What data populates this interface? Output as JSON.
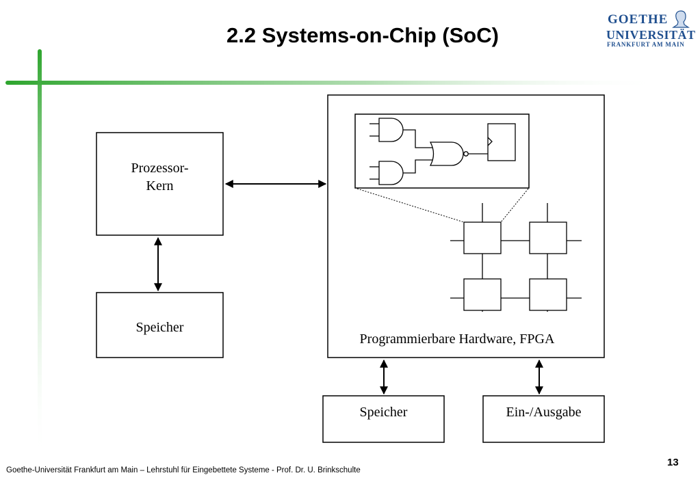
{
  "slide": {
    "title": "2.2 Systems-on-Chip (SoC)",
    "page_number": "13",
    "footer": "Goethe-Universität Frankfurt am Main – Lehrstuhl für Eingebettete Systeme - Prof. Dr. U. Brinkschulte"
  },
  "logo": {
    "line1": "GOETHE",
    "line2": "UNIVERSITÄT",
    "line3": "FRANKFURT AM MAIN",
    "color": "#1f4f8f"
  },
  "diagram": {
    "processor_core": "Prozessor-\nKern",
    "processor_memory": "Speicher",
    "fpga_label": "Programmierbare Hardware, FPGA",
    "fpga_memory": "Speicher",
    "io": "Ein-/Ausgabe"
  },
  "colors": {
    "accent_green": "#2ea52e"
  }
}
